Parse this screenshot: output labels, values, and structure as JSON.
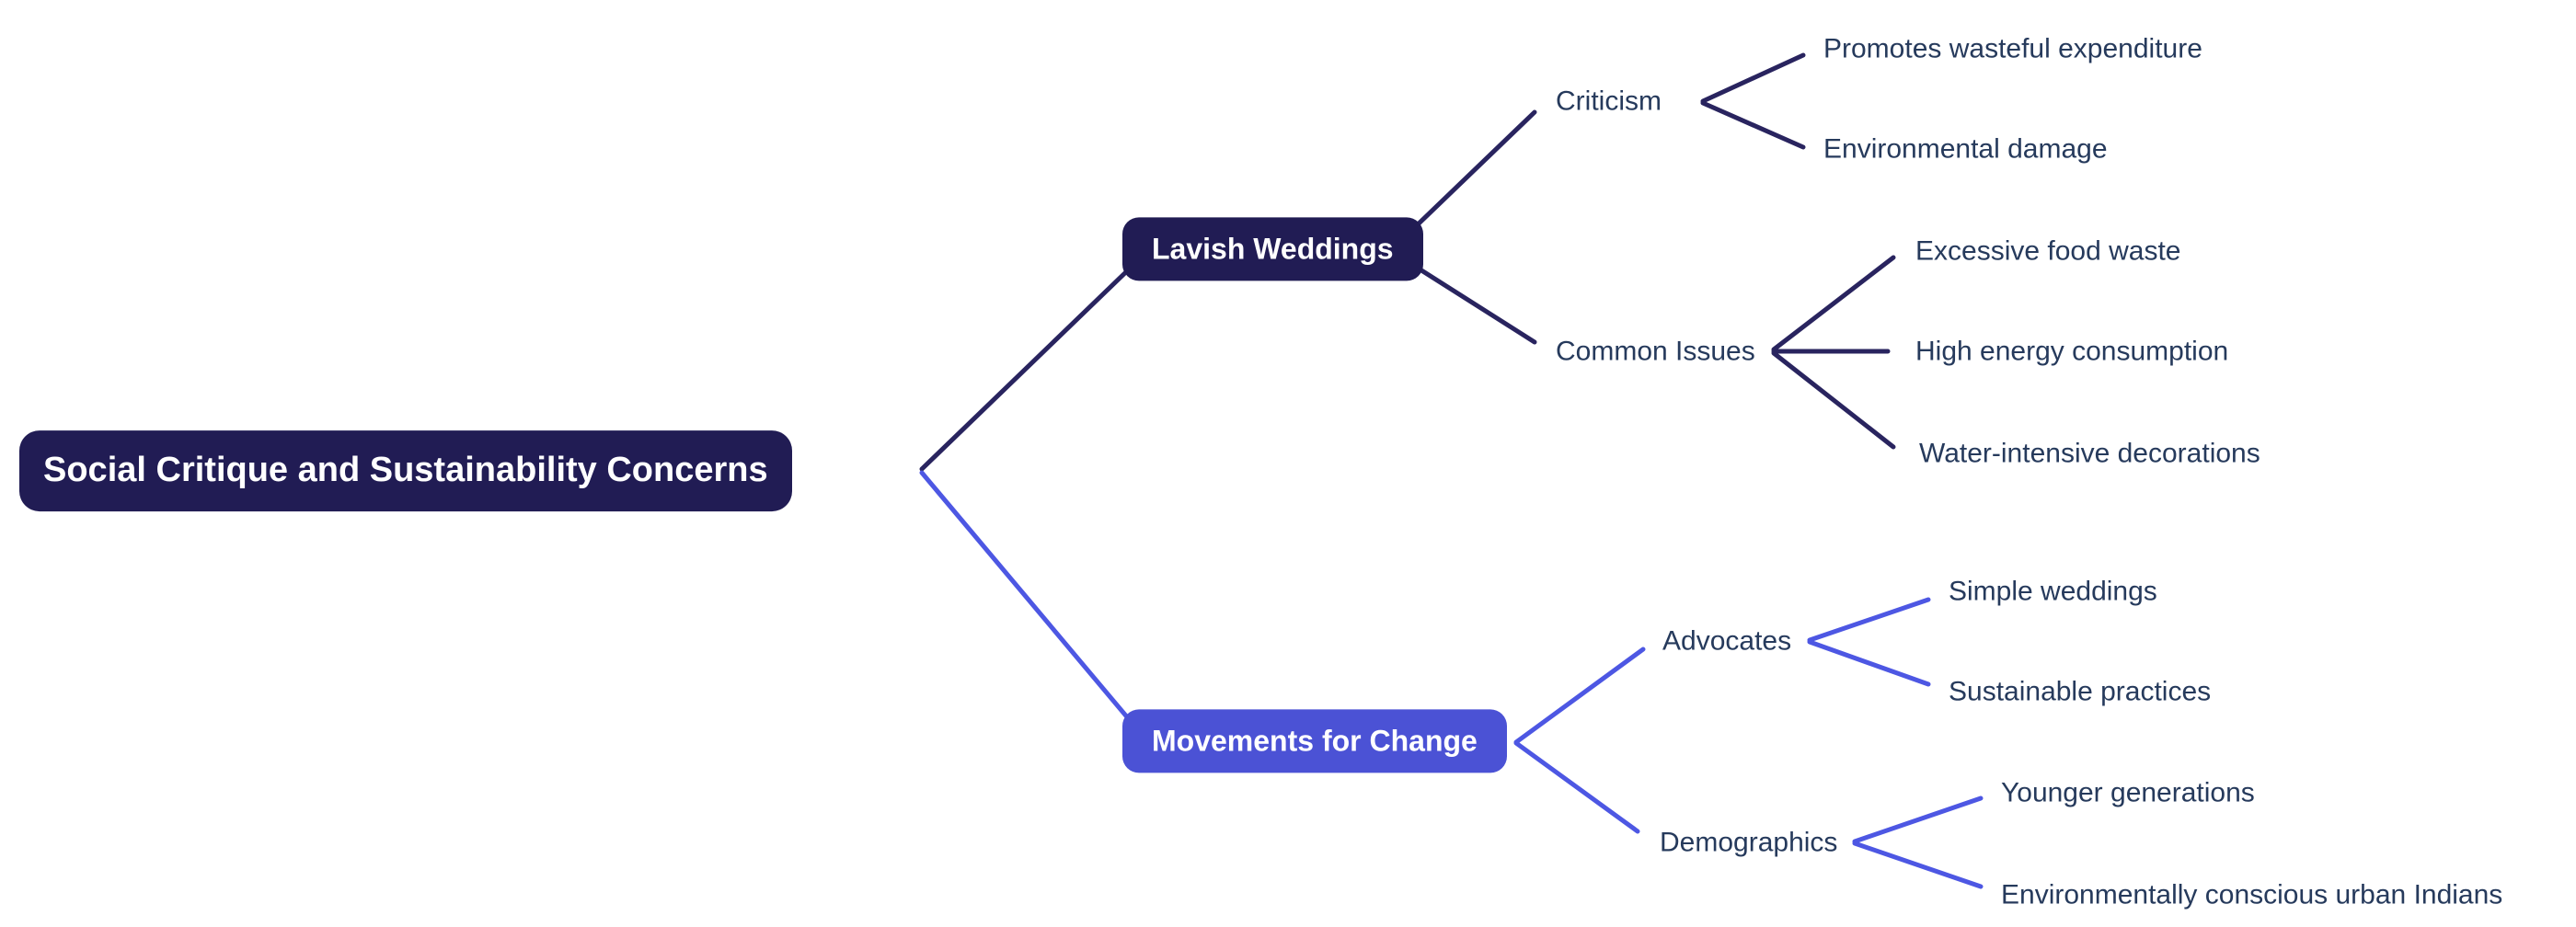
{
  "diagram": {
    "kind": "mindmap",
    "background": "#ffffff"
  },
  "colors": {
    "bg": "#ffffff",
    "node_dark": "#211c54",
    "node_blue": "#4b52d5",
    "edge_dark": "#29245f",
    "edge_blue": "#4d57e3",
    "label_text": "#263a5c",
    "node_text": "#ffffff"
  },
  "mindmap": {
    "root": {
      "label": "Social Critique and Sustainability Concerns"
    },
    "branches": [
      {
        "label": "Lavish Weddings",
        "subtopics": [
          {
            "label": "Criticism",
            "leaves": [
              "Promotes wasteful expenditure",
              "Environmental damage"
            ]
          },
          {
            "label": "Common Issues",
            "leaves": [
              "Excessive food waste",
              "High energy consumption",
              "Water-intensive decorations"
            ]
          }
        ]
      },
      {
        "label": "Movements for Change",
        "subtopics": [
          {
            "label": "Advocates",
            "leaves": [
              "Simple weddings",
              "Sustainable practices"
            ]
          },
          {
            "label": "Demographics",
            "leaves": [
              "Younger generations",
              "Environmentally conscious urban Indians"
            ]
          }
        ]
      }
    ]
  }
}
